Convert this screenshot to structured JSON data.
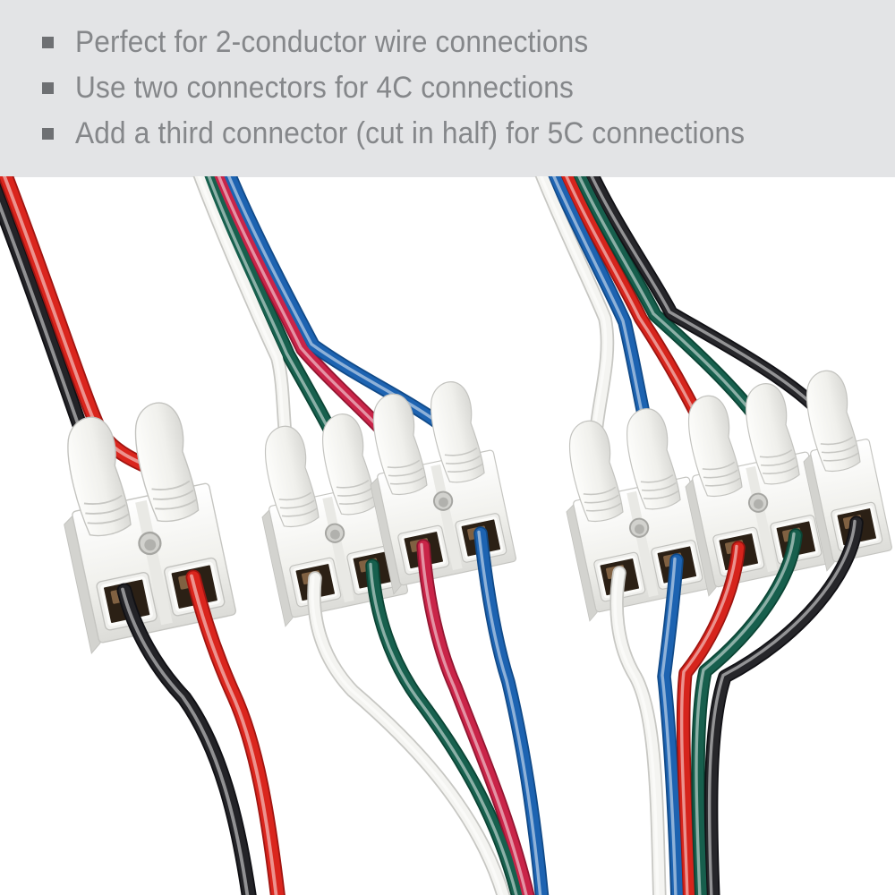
{
  "banner": {
    "background": "#e3e4e6",
    "text_color": "#85878a",
    "bullet_color": "#6e7073",
    "items": [
      {
        "label": "Perfect for 2-conductor wire connections"
      },
      {
        "label": "Use two connectors for 4C connections"
      },
      {
        "label": "Add a third connector (cut in half) for 5C connections"
      }
    ]
  },
  "illustration": {
    "background": "#ffffff",
    "connector_colors": {
      "body_top": "#ffffff",
      "body_mid": "#f1f1ed",
      "body_bottom": "#dcdcd8",
      "side_shade": "#d3d3cf",
      "outline": "#c5c5c1",
      "channel": "#e9e9e5",
      "hole_rim": "#a6a6a2",
      "hole": "#d2d2ce",
      "hole_inner": "#b1b1ad",
      "opening_dark": "#2b2015",
      "copper": "#8a6847",
      "rim": "#fbfbf9",
      "ridge": "#c7c7c3"
    },
    "groups": [
      {
        "id": "2c",
        "label": "2-conductor connection",
        "connector_count": "1",
        "positions": "2",
        "wires": [
          {
            "name": "black",
            "color": "#232327",
            "edge": "#101014"
          },
          {
            "name": "red",
            "color": "#da251d",
            "edge": "#a01511"
          }
        ]
      },
      {
        "id": "4c",
        "label": "4C connection (two connectors)",
        "connector_count": "2",
        "positions": "4",
        "wires": [
          {
            "name": "white",
            "color": "#f4f4f1",
            "edge": "#c7c7c3"
          },
          {
            "name": "green",
            "color": "#17604e",
            "edge": "#0b4434"
          },
          {
            "name": "red",
            "color": "#c92448",
            "edge": "#921631"
          },
          {
            "name": "blue",
            "color": "#1d63b1",
            "edge": "#114a88"
          }
        ]
      },
      {
        "id": "5c",
        "label": "5C connection (two connectors plus third cut in half)",
        "connector_count": "2.5",
        "positions": "5",
        "wires": [
          {
            "name": "white",
            "color": "#f4f4f1",
            "edge": "#c7c7c3"
          },
          {
            "name": "blue",
            "color": "#1d63b1",
            "edge": "#114a88"
          },
          {
            "name": "red",
            "color": "#d6241c",
            "edge": "#9c1410"
          },
          {
            "name": "green",
            "color": "#175f4d",
            "edge": "#0b4434"
          },
          {
            "name": "black",
            "color": "#26262a",
            "edge": "#111115"
          }
        ]
      }
    ]
  }
}
